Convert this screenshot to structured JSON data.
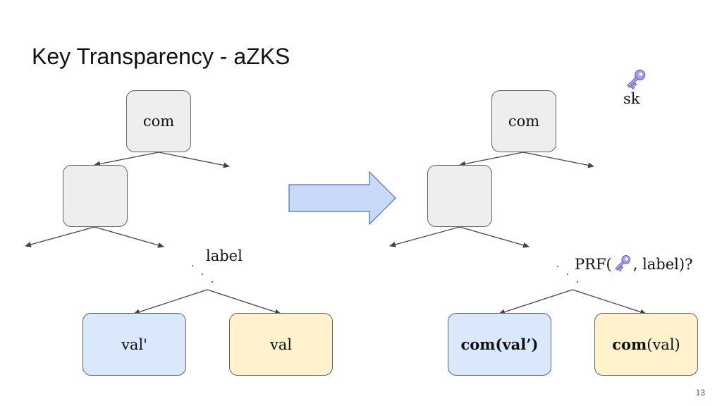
{
  "slide": {
    "title": "Key Transparency - aZKS",
    "page_number": "13"
  },
  "left_tree": {
    "root_label": "com",
    "edge_label": "label",
    "leaf_left": "val'",
    "leaf_right": "val"
  },
  "right_tree": {
    "root_label": "com",
    "secret_key_label": "sk",
    "prf_prefix": "PRF(",
    "prf_suffix": ", label)?",
    "leaf_left": "com(val’)",
    "leaf_right_bold": "com",
    "leaf_right_rest": "(val)"
  },
  "colors": {
    "node_gray": "#eeeeee",
    "leaf_blue": "#dae8fc",
    "leaf_yellow": "#fff2cc",
    "arrow_fill": "#c9daf8",
    "key_icon": "#a79ee8"
  },
  "icons": [
    "key-icon",
    "right-arrow-icon"
  ]
}
